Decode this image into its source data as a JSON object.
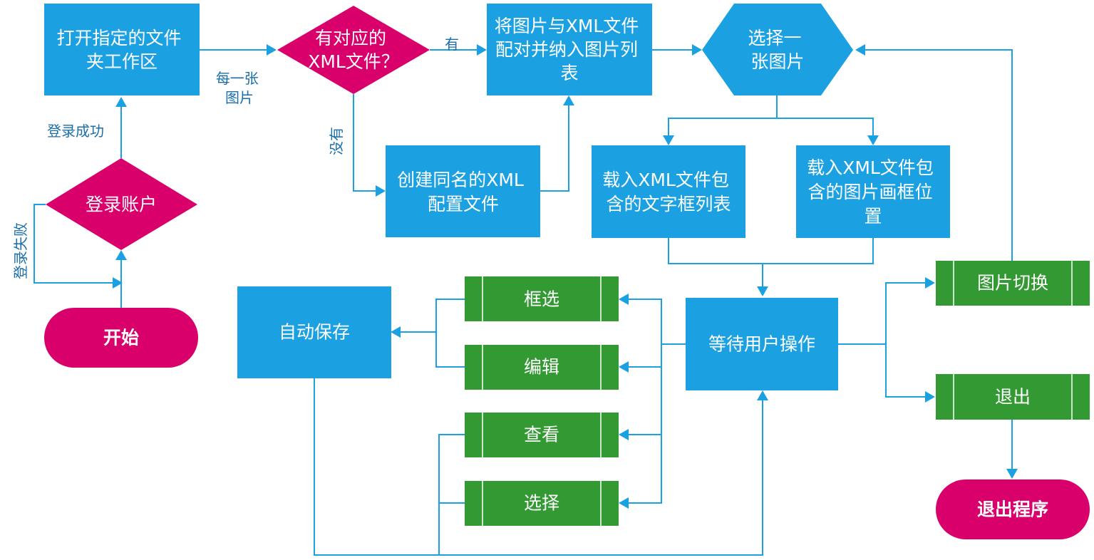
{
  "nodes": {
    "open_folder": [
      "打开指定的文件",
      "夹工作区"
    ],
    "has_xml": [
      "有对应的",
      "XML文件？"
    ],
    "pair_images": [
      "将图片与XML文件",
      "配对并纳入图片列",
      "表"
    ],
    "select_image": [
      "选择一",
      "张图片"
    ],
    "create_xml": [
      "创建同名的XML",
      "配置文件"
    ],
    "load_text_boxes": [
      "载入XML文件包",
      "含的文字框列表"
    ],
    "load_image_frames": [
      "载入XML文件包",
      "含的图片画框位",
      "置"
    ],
    "login": [
      "登录账户"
    ],
    "start": [
      "开始"
    ],
    "wait_user": [
      "等待用户操作"
    ],
    "auto_save": [
      "自动保存"
    ],
    "box_select": [
      "框选"
    ],
    "edit": [
      "编辑"
    ],
    "view": [
      "查看"
    ],
    "choose": [
      "选择"
    ],
    "switch_image": [
      "图片切换"
    ],
    "exit": [
      "退出"
    ],
    "exit_program": [
      "退出程序"
    ]
  },
  "edge_labels": {
    "each_image": [
      "每一张",
      "图片"
    ],
    "yes": "有",
    "no": "没有",
    "login_success": "登录成功",
    "login_fail": "登录失败"
  },
  "colors": {
    "process": "#1ba1e2",
    "terminal": "#d9006c",
    "action": "#339933",
    "connector": "#1ba1e2"
  }
}
